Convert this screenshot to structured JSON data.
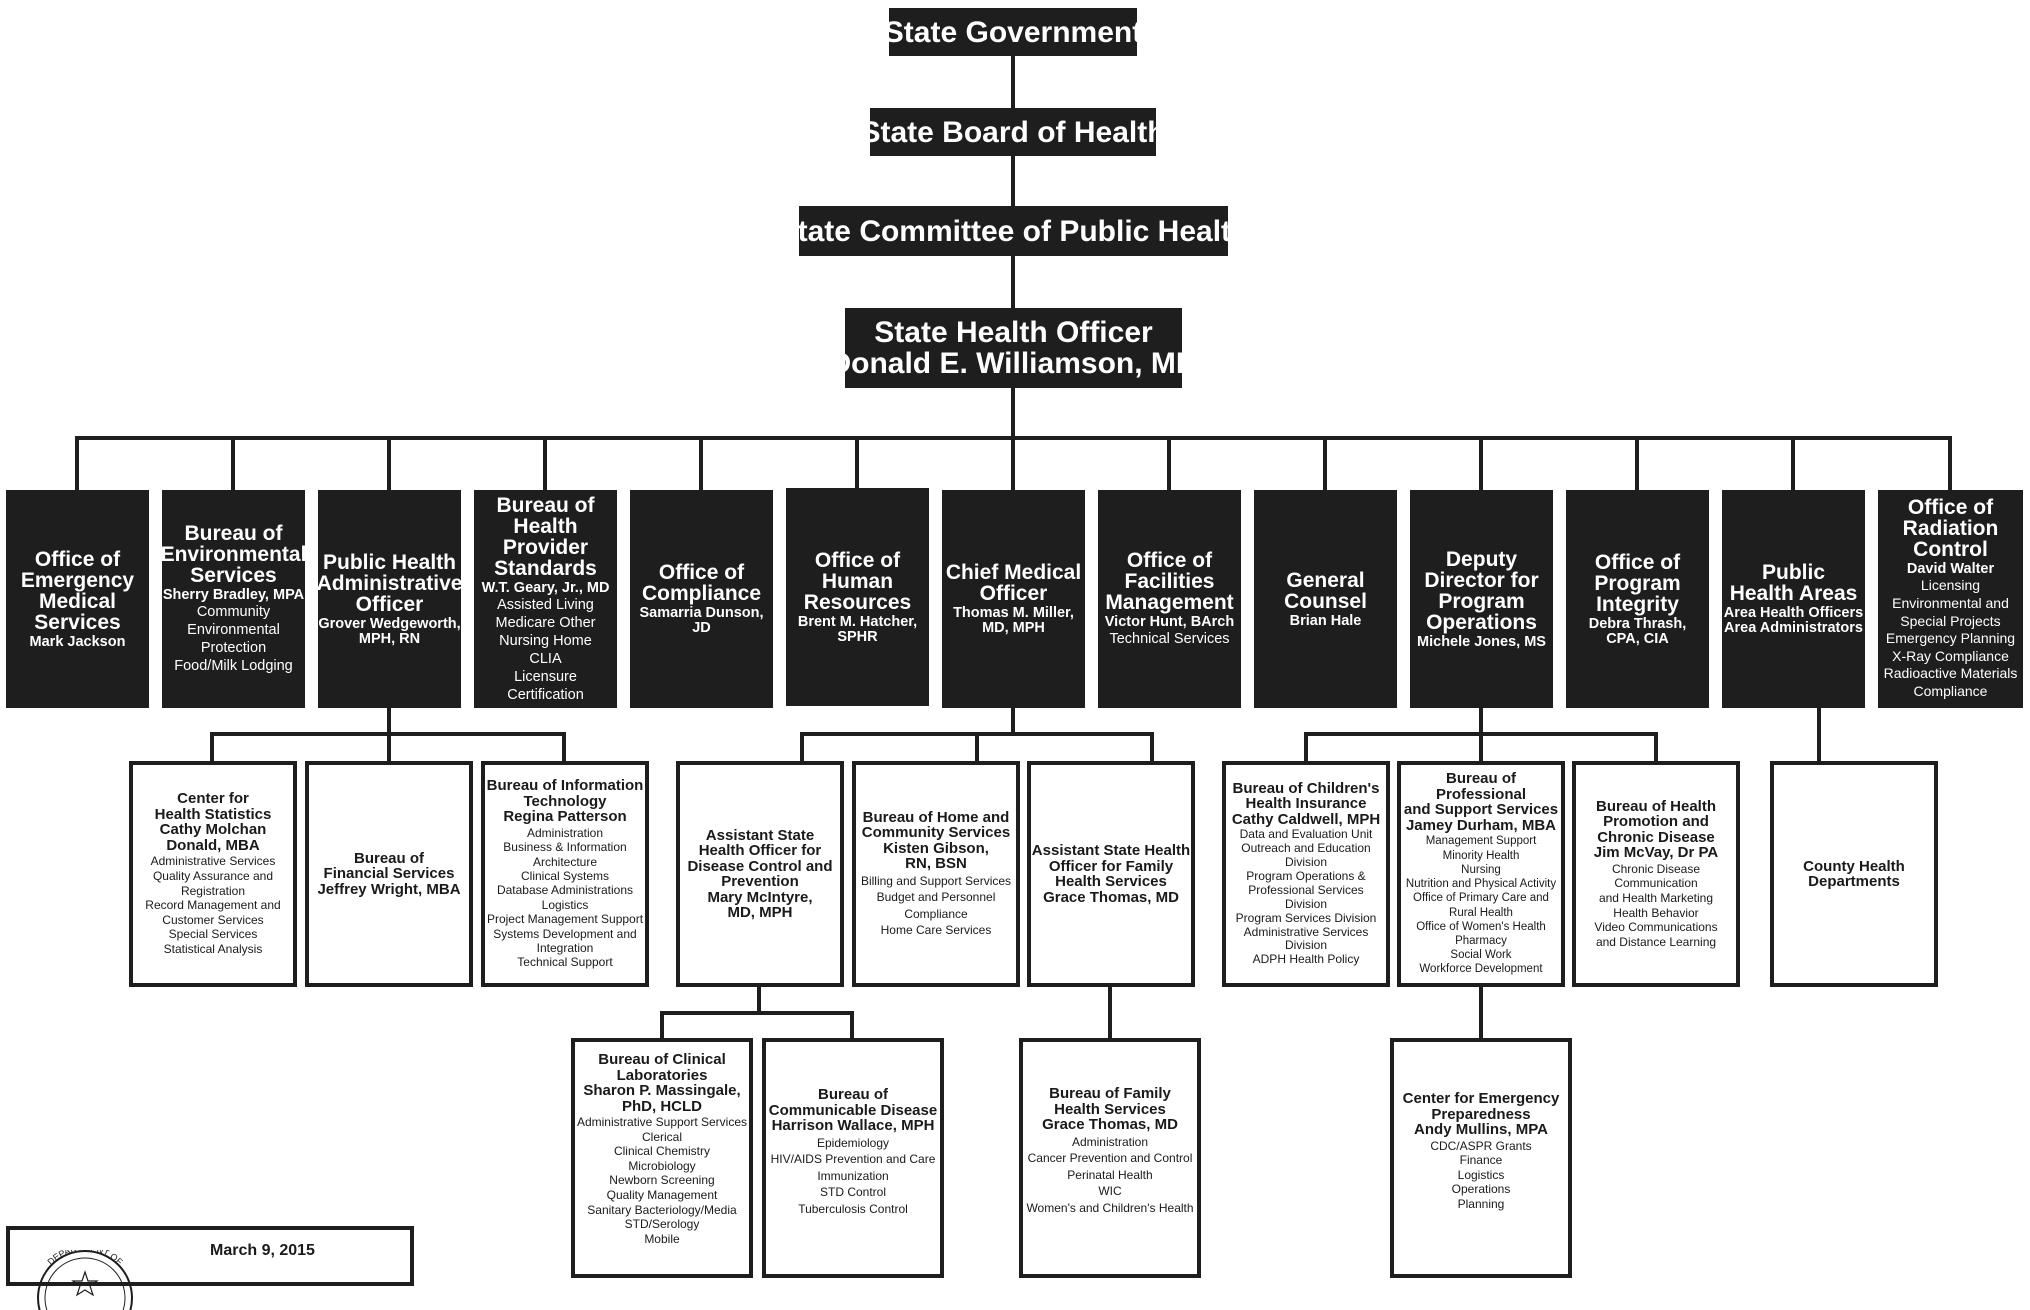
{
  "top": [
    {
      "id": "state-government",
      "lines": [
        "State Government"
      ]
    },
    {
      "id": "state-board-of-health",
      "lines": [
        "State Board of Health"
      ]
    },
    {
      "id": "state-committee-public-health",
      "lines": [
        "State Committee of Public Health"
      ]
    },
    {
      "id": "state-health-officer",
      "lines": [
        "State Health Officer",
        "Donald E. Williamson, MD"
      ]
    }
  ],
  "divisions": [
    {
      "id": "office-emergency-medical-services",
      "title": [
        "Office of",
        "Emergency",
        "Medical",
        "Services"
      ],
      "name": [
        "Mark Jackson"
      ],
      "items": []
    },
    {
      "id": "bureau-environmental-services",
      "title": [
        "Bureau of",
        "Environmental",
        "Services"
      ],
      "name": [
        "Sherry Bradley, MPA"
      ],
      "items": [
        "Community",
        "Environmental",
        "Protection",
        "Food/Milk Lodging"
      ]
    },
    {
      "id": "public-health-administrative-officer",
      "title": [
        "Public Health",
        "Administrative",
        "Officer"
      ],
      "name": [
        "Grover Wedgeworth,",
        "MPH, RN"
      ],
      "items": []
    },
    {
      "id": "bureau-health-provider-standards",
      "title": [
        "Bureau of",
        "Health Provider",
        "Standards"
      ],
      "name": [
        "W.T. Geary, Jr., MD"
      ],
      "items": [
        "Assisted Living",
        "Medicare Other",
        "Nursing Home",
        "CLIA",
        "Licensure",
        "Certification"
      ]
    },
    {
      "id": "office-of-compliance",
      "title": [
        "Office of",
        "Compliance"
      ],
      "name": [
        "Samarria Dunson,",
        "JD"
      ],
      "items": []
    },
    {
      "id": "office-human-resources",
      "title": [
        "Office of",
        "Human",
        "Resources"
      ],
      "name": [
        "Brent M. Hatcher,",
        "SPHR"
      ],
      "items": []
    },
    {
      "id": "chief-medical-officer",
      "title": [
        "Chief Medical",
        "Officer"
      ],
      "name": [
        "Thomas M. Miller,",
        "MD, MPH"
      ],
      "items": []
    },
    {
      "id": "office-facilities-management",
      "title": [
        "Office of",
        "Facilities",
        "Management"
      ],
      "name": [
        "Victor Hunt, BArch"
      ],
      "items": [
        "Technical Services"
      ]
    },
    {
      "id": "general-counsel",
      "title": [
        "General",
        "Counsel"
      ],
      "name": [
        "Brian Hale"
      ],
      "items": []
    },
    {
      "id": "deputy-director-program-operations",
      "title": [
        "Deputy",
        "Director for",
        "Program",
        "Operations"
      ],
      "name": [
        "Michele Jones, MS"
      ],
      "items": []
    },
    {
      "id": "office-program-integrity",
      "title": [
        "Office of",
        "Program",
        "Integrity"
      ],
      "name": [
        "Debra Thrash,",
        "CPA, CIA"
      ],
      "items": []
    },
    {
      "id": "public-health-areas",
      "title": [
        "Public",
        "Health Areas"
      ],
      "name": [
        "Area Health Officers",
        "Area Administrators"
      ],
      "items": []
    },
    {
      "id": "office-radiation-control",
      "title": [
        "Office of",
        "Radiation",
        "Control"
      ],
      "name": [
        "David Walter"
      ],
      "items": [
        "Licensing",
        "Environmental and",
        "Special Projects",
        "Emergency Planning",
        "X-Ray Compliance",
        "Radioactive Materials",
        "Compliance"
      ]
    }
  ],
  "units": [
    {
      "id": "center-health-statistics",
      "title": [
        "Center for",
        "Health Statistics"
      ],
      "name": [
        "Cathy Molchan",
        "Donald, MBA"
      ],
      "items": [
        "Administrative Services",
        "Quality Assurance and",
        "Registration",
        "Record Management and",
        "Customer Services",
        "Special Services",
        "Statistical Analysis"
      ]
    },
    {
      "id": "bureau-financial-services",
      "title": [
        "Bureau of",
        "Financial Services"
      ],
      "name": [
        "Jeffrey Wright, MBA"
      ],
      "items": []
    },
    {
      "id": "bureau-information-technology",
      "title": [
        "Bureau of Information",
        "Technology"
      ],
      "name": [
        "Regina Patterson"
      ],
      "items": [
        "Administration",
        "Business & Information",
        "Architecture",
        "Clinical Systems",
        "Database Administrations",
        "Logistics",
        "Project Management Support",
        "Systems Development and",
        "Integration",
        "Technical Support"
      ]
    },
    {
      "id": "asst-sho-disease-control",
      "title": [
        "Assistant State",
        "Health Officer for",
        "Disease Control and",
        "Prevention"
      ],
      "name": [
        "Mary McIntyre,",
        "MD, MPH"
      ],
      "items": []
    },
    {
      "id": "bureau-home-community-services",
      "title": [
        "Bureau of Home and",
        "Community Services"
      ],
      "name": [
        "Kisten Gibson,",
        "RN, BSN"
      ],
      "items": [
        "Billing and Support Services",
        "Budget and Personnel",
        "Compliance",
        "Home Care Services"
      ]
    },
    {
      "id": "asst-sho-family-health",
      "title": [
        "Assistant State Health",
        "Officer for Family",
        "Health Services"
      ],
      "name": [
        "Grace Thomas, MD"
      ],
      "items": []
    },
    {
      "id": "bureau-childrens-health-insurance",
      "title": [
        "Bureau of Children's",
        "Health Insurance"
      ],
      "name": [
        "Cathy Caldwell, MPH"
      ],
      "items": [
        "Data and Evaluation Unit",
        "Outreach and Education",
        "Division",
        "Program Operations &",
        "Professional Services Division",
        "Program Services Division",
        "Administrative Services",
        "Division",
        "ADPH Health Policy"
      ]
    },
    {
      "id": "bureau-professional-support-services",
      "title": [
        "Bureau of Professional",
        "and Support Services"
      ],
      "name": [
        "Jamey Durham, MBA"
      ],
      "items": [
        "Management Support",
        "Minority Health",
        "Nursing",
        "Nutrition and Physical Activity",
        "Office of Primary Care and",
        "Rural Health",
        "Office of Women's Health",
        "Pharmacy",
        "Social Work",
        "Workforce Development"
      ]
    },
    {
      "id": "bureau-health-promotion",
      "title": [
        "Bureau of Health",
        "Promotion and",
        "Chronic Disease"
      ],
      "name": [
        "Jim McVay, Dr PA"
      ],
      "items": [
        "Chronic Disease",
        "Communication",
        "and Health Marketing",
        "Health Behavior",
        "Video Communications",
        "and Distance Learning"
      ]
    },
    {
      "id": "county-health-departments",
      "title": [
        "County Health",
        "Departments"
      ],
      "name": [],
      "items": []
    },
    {
      "id": "bureau-clinical-laboratories",
      "title": [
        "Bureau of Clinical",
        "Laboratories"
      ],
      "name": [
        "Sharon P. Massingale,",
        "PhD, HCLD"
      ],
      "items": [
        "Administrative Support Services",
        "Clerical",
        "Clinical Chemistry",
        "Microbiology",
        "Newborn Screening",
        "Quality Management",
        "Sanitary Bacteriology/Media",
        "STD/Serology",
        "Mobile"
      ]
    },
    {
      "id": "bureau-communicable-disease",
      "title": [
        "Bureau of",
        "Communicable Disease"
      ],
      "name": [
        "Harrison Wallace, MPH"
      ],
      "items": [
        "Epidemiology",
        "HIV/AIDS Prevention and Care",
        "Immunization",
        "STD Control",
        "Tuberculosis Control"
      ]
    },
    {
      "id": "bureau-family-health-services",
      "title": [
        "Bureau of Family",
        "Health Services"
      ],
      "name": [
        "Grace Thomas, MD"
      ],
      "items": [
        "Administration",
        "Cancer Prevention and Control",
        "Perinatal Health",
        "WIC",
        "Women's and Children's Health"
      ]
    },
    {
      "id": "center-emergency-preparedness",
      "title": [
        "Center for Emergency",
        "Preparedness"
      ],
      "name": [
        "Andy Mullins, MPA"
      ],
      "items": [
        "CDC/ASPR Grants",
        "Finance",
        "Logistics",
        "Operations",
        "Planning"
      ]
    }
  ],
  "footer": {
    "date": "March 9, 2015",
    "seal_text": "DEPARTMENT OF"
  }
}
